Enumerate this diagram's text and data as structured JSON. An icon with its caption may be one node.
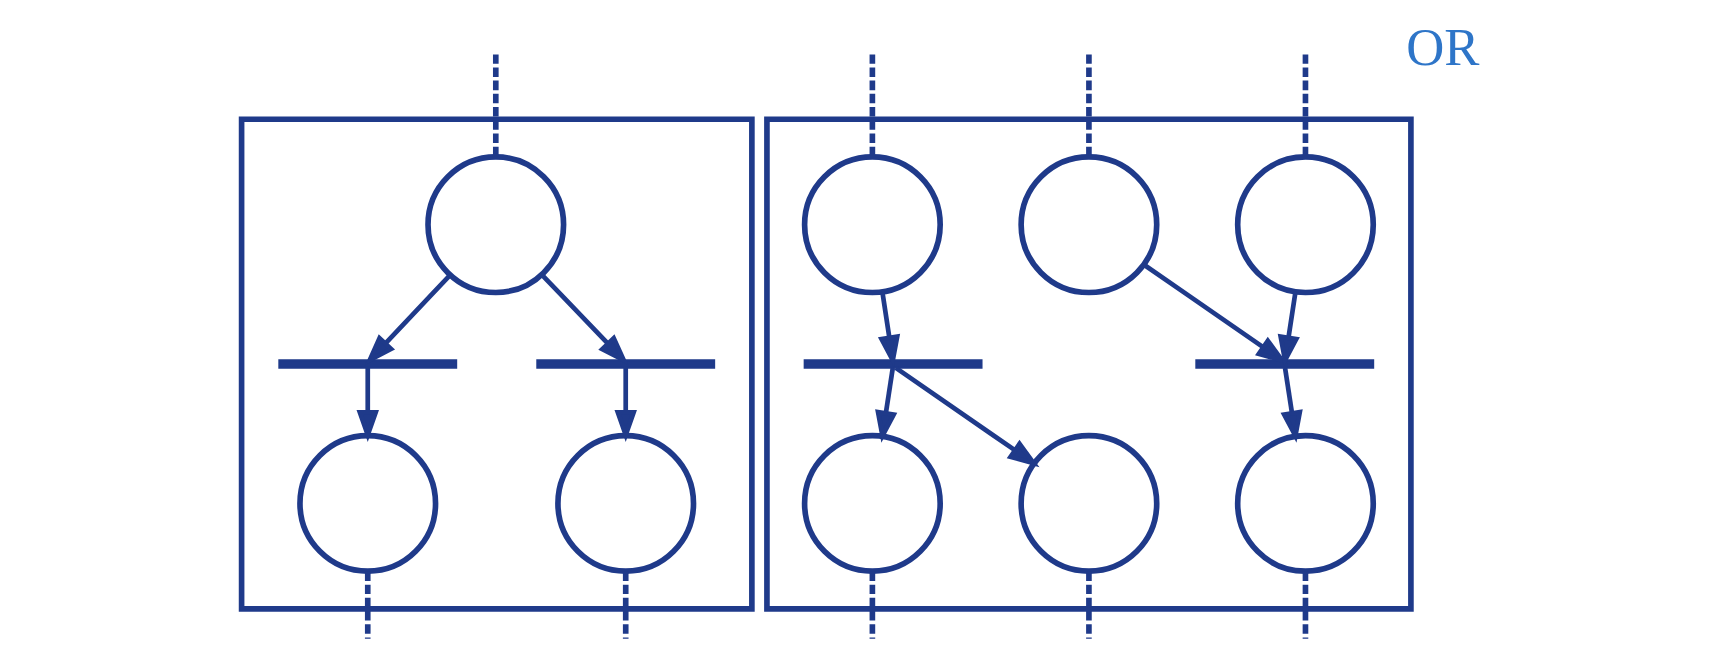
{
  "diagram": {
    "nodes": [
      {
        "text": [],
        "shape": "box"
      },
      {
        "text": [],
        "shape": "circle",
        "in": 0
      },
      {
        "text": [],
        "shape": "bar",
        "in": 0
      },
      {
        "text": [],
        "shape": "bar",
        "in": 0
      },
      {
        "text": [],
        "shape": "circle",
        "in": 0
      },
      {
        "text": [],
        "shape": "circle",
        "in": 0
      },
      {
        "text": [],
        "shape": "box"
      },
      {
        "text": [],
        "shape": "circle",
        "in": 6
      },
      {
        "text": [],
        "shape": "bar",
        "in": 6
      },
      {
        "text": [],
        "shape": "circle",
        "in": 6
      },
      {
        "text": [],
        "shape": "circle",
        "in": 6
      },
      {
        "text": [],
        "shape": "circle",
        "in": 6
      },
      {
        "text": [],
        "shape": "circle",
        "in": 6
      },
      {
        "text": [],
        "shape": "bar",
        "in": 6
      },
      {
        "text": [],
        "shape": "circle",
        "in": 6
      }
    ],
    "edges": [
      {
        "from": null,
        "to": 1,
        "arrow": "none",
        "style": "dashed"
      },
      {
        "from": 1,
        "to": 2,
        "arrow": "to"
      },
      {
        "from": 1,
        "to": 3,
        "arrow": "to"
      },
      {
        "from": 2,
        "to": 4,
        "arrow": "to"
      },
      {
        "from": 3,
        "to": 5,
        "arrow": "to"
      },
      {
        "from": 4,
        "to": null,
        "arrow": "none",
        "style": "dashed"
      },
      {
        "from": 5,
        "to": null,
        "arrow": "none",
        "style": "dashed"
      },
      {
        "from": null,
        "to": 7,
        "arrow": "none",
        "style": "dashed"
      },
      {
        "from": 7,
        "to": 8,
        "arrow": "to"
      },
      {
        "from": 8,
        "to": 9,
        "arrow": "to"
      },
      {
        "from": 8,
        "to": 10,
        "arrow": "to"
      },
      {
        "from": 9,
        "to": null,
        "arrow": "none",
        "style": "dashed"
      },
      {
        "from": 10,
        "to": null,
        "arrow": "none",
        "style": "dashed"
      },
      {
        "from": null,
        "to": 11,
        "arrow": "none",
        "style": "dashed"
      },
      {
        "from": null,
        "to": 12,
        "arrow": "none",
        "style": "dashed"
      },
      {
        "from": 11,
        "to": 13,
        "arrow": "to"
      },
      {
        "from": 12,
        "to": 13,
        "arrow": "to"
      },
      {
        "from": 13,
        "to": 14,
        "arrow": "to"
      },
      {
        "from": 14,
        "to": null,
        "arrow": "none",
        "style": "dashed"
      }
    ],
    "labels": [
      "OR"
    ]
  }
}
